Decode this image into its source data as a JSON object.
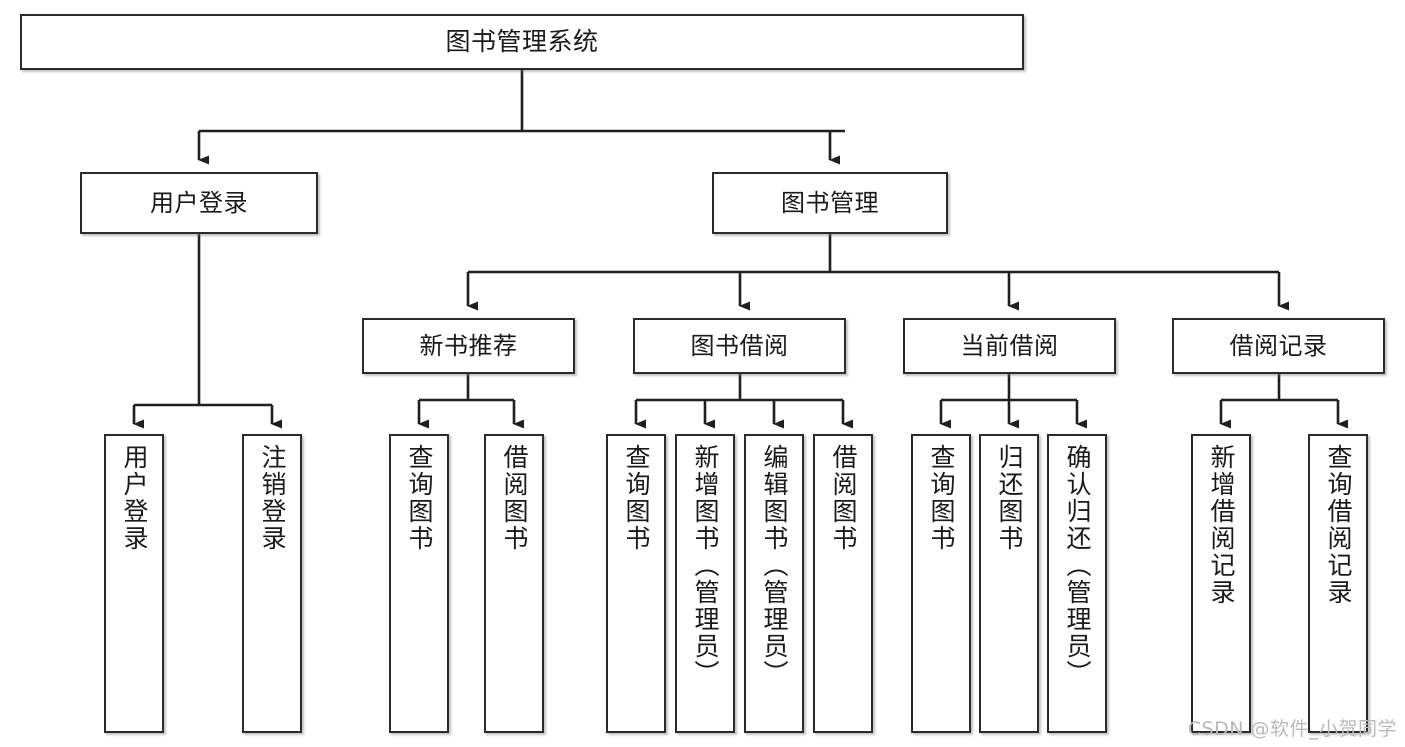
{
  "diagram": {
    "title": "图书管理系统",
    "type": "tree",
    "orientation": "top-down",
    "colors": {
      "box_border": "#2b2b2b",
      "box_fill": "#ffffff",
      "connector": "#1f1f1f",
      "text": "#1a1a1a",
      "watermark": "#b9b9b9",
      "background": "#ffffff"
    }
  },
  "watermark": {
    "text": "CSDN @软件_小贺同学"
  },
  "nodes": {
    "root": {
      "id": "root",
      "label": "图书管理系统",
      "level": 0,
      "text_direction": "horizontal"
    },
    "user_login": {
      "id": "user_login",
      "label": "用户登录",
      "level": 1,
      "text_direction": "horizontal"
    },
    "book_manage": {
      "id": "book_manage",
      "label": "图书管理",
      "level": 1,
      "text_direction": "horizontal"
    },
    "new_book_rec": {
      "id": "new_book_rec",
      "label": "新书推荐",
      "level": 2,
      "text_direction": "horizontal"
    },
    "book_borrow": {
      "id": "book_borrow",
      "label": "图书借阅",
      "level": 2,
      "text_direction": "horizontal"
    },
    "current_borrow": {
      "id": "current_borrow",
      "label": "当前借阅",
      "level": 2,
      "text_direction": "horizontal"
    },
    "borrow_record": {
      "id": "borrow_record",
      "label": "借阅记录",
      "level": 2,
      "text_direction": "horizontal"
    },
    "leaf_user_login": {
      "id": "leaf_user_login",
      "label": "用户登录",
      "level": 2,
      "text_direction": "vertical"
    },
    "leaf_logout": {
      "id": "leaf_logout",
      "label": "注销登录",
      "level": 2,
      "text_direction": "vertical"
    },
    "leaf_query_book_1": {
      "id": "leaf_query_book_1",
      "label": "查询图书",
      "level": 3,
      "text_direction": "vertical"
    },
    "leaf_borrow_book_1": {
      "id": "leaf_borrow_book_1",
      "label": "借阅图书",
      "level": 3,
      "text_direction": "vertical"
    },
    "leaf_query_book_2": {
      "id": "leaf_query_book_2",
      "label": "查询图书",
      "level": 3,
      "text_direction": "vertical"
    },
    "leaf_add_book": {
      "id": "leaf_add_book",
      "label": "新增图书（管理员）",
      "level": 3,
      "text_direction": "vertical"
    },
    "leaf_edit_book": {
      "id": "leaf_edit_book",
      "label": "编辑图书（管理员）",
      "level": 3,
      "text_direction": "vertical"
    },
    "leaf_borrow_book_2": {
      "id": "leaf_borrow_book_2",
      "label": "借阅图书",
      "level": 3,
      "text_direction": "vertical"
    },
    "leaf_query_book_3": {
      "id": "leaf_query_book_3",
      "label": "查询图书",
      "level": 3,
      "text_direction": "vertical"
    },
    "leaf_return_book": {
      "id": "leaf_return_book",
      "label": "归还图书",
      "level": 3,
      "text_direction": "vertical"
    },
    "leaf_confirm_return": {
      "id": "leaf_confirm_return",
      "label": "确认归还（管理员）",
      "level": 3,
      "text_direction": "vertical"
    },
    "leaf_add_record": {
      "id": "leaf_add_record",
      "label": "新增借阅记录",
      "level": 3,
      "text_direction": "vertical"
    },
    "leaf_query_record": {
      "id": "leaf_query_record",
      "label": "查询借阅记录",
      "level": 3,
      "text_direction": "vertical"
    }
  },
  "edges": [
    {
      "from": "root",
      "to": "user_login"
    },
    {
      "from": "root",
      "to": "book_manage"
    },
    {
      "from": "user_login",
      "to": "leaf_user_login"
    },
    {
      "from": "user_login",
      "to": "leaf_logout"
    },
    {
      "from": "book_manage",
      "to": "new_book_rec"
    },
    {
      "from": "book_manage",
      "to": "book_borrow"
    },
    {
      "from": "book_manage",
      "to": "current_borrow"
    },
    {
      "from": "book_manage",
      "to": "borrow_record"
    },
    {
      "from": "new_book_rec",
      "to": "leaf_query_book_1"
    },
    {
      "from": "new_book_rec",
      "to": "leaf_borrow_book_1"
    },
    {
      "from": "book_borrow",
      "to": "leaf_query_book_2"
    },
    {
      "from": "book_borrow",
      "to": "leaf_add_book"
    },
    {
      "from": "book_borrow",
      "to": "leaf_edit_book"
    },
    {
      "from": "book_borrow",
      "to": "leaf_borrow_book_2"
    },
    {
      "from": "current_borrow",
      "to": "leaf_query_book_3"
    },
    {
      "from": "current_borrow",
      "to": "leaf_return_book"
    },
    {
      "from": "current_borrow",
      "to": "leaf_confirm_return"
    },
    {
      "from": "borrow_record",
      "to": "leaf_add_record"
    },
    {
      "from": "borrow_record",
      "to": "leaf_query_record"
    }
  ]
}
